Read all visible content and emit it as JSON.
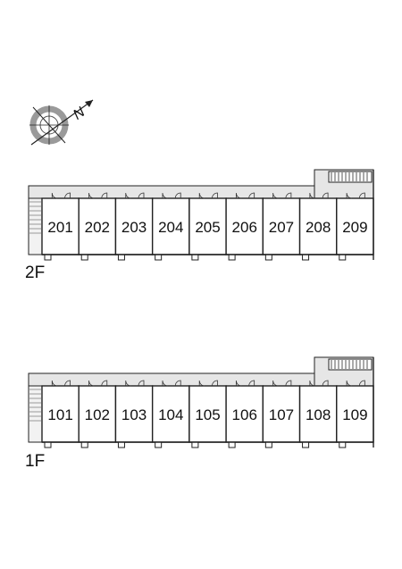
{
  "compass": {
    "label": "N",
    "icon": "north-arrow-compass-icon"
  },
  "floors": [
    {
      "label": "2F",
      "units": [
        "201",
        "202",
        "203",
        "204",
        "205",
        "206",
        "207",
        "208",
        "209"
      ]
    },
    {
      "label": "1F",
      "units": [
        "101",
        "102",
        "103",
        "104",
        "105",
        "106",
        "107",
        "108",
        "109"
      ]
    }
  ],
  "colors": {
    "line": "#222222",
    "corridor": "#e6e6e6",
    "stair": "#999999",
    "compass_ring": "#9a9a9a"
  }
}
